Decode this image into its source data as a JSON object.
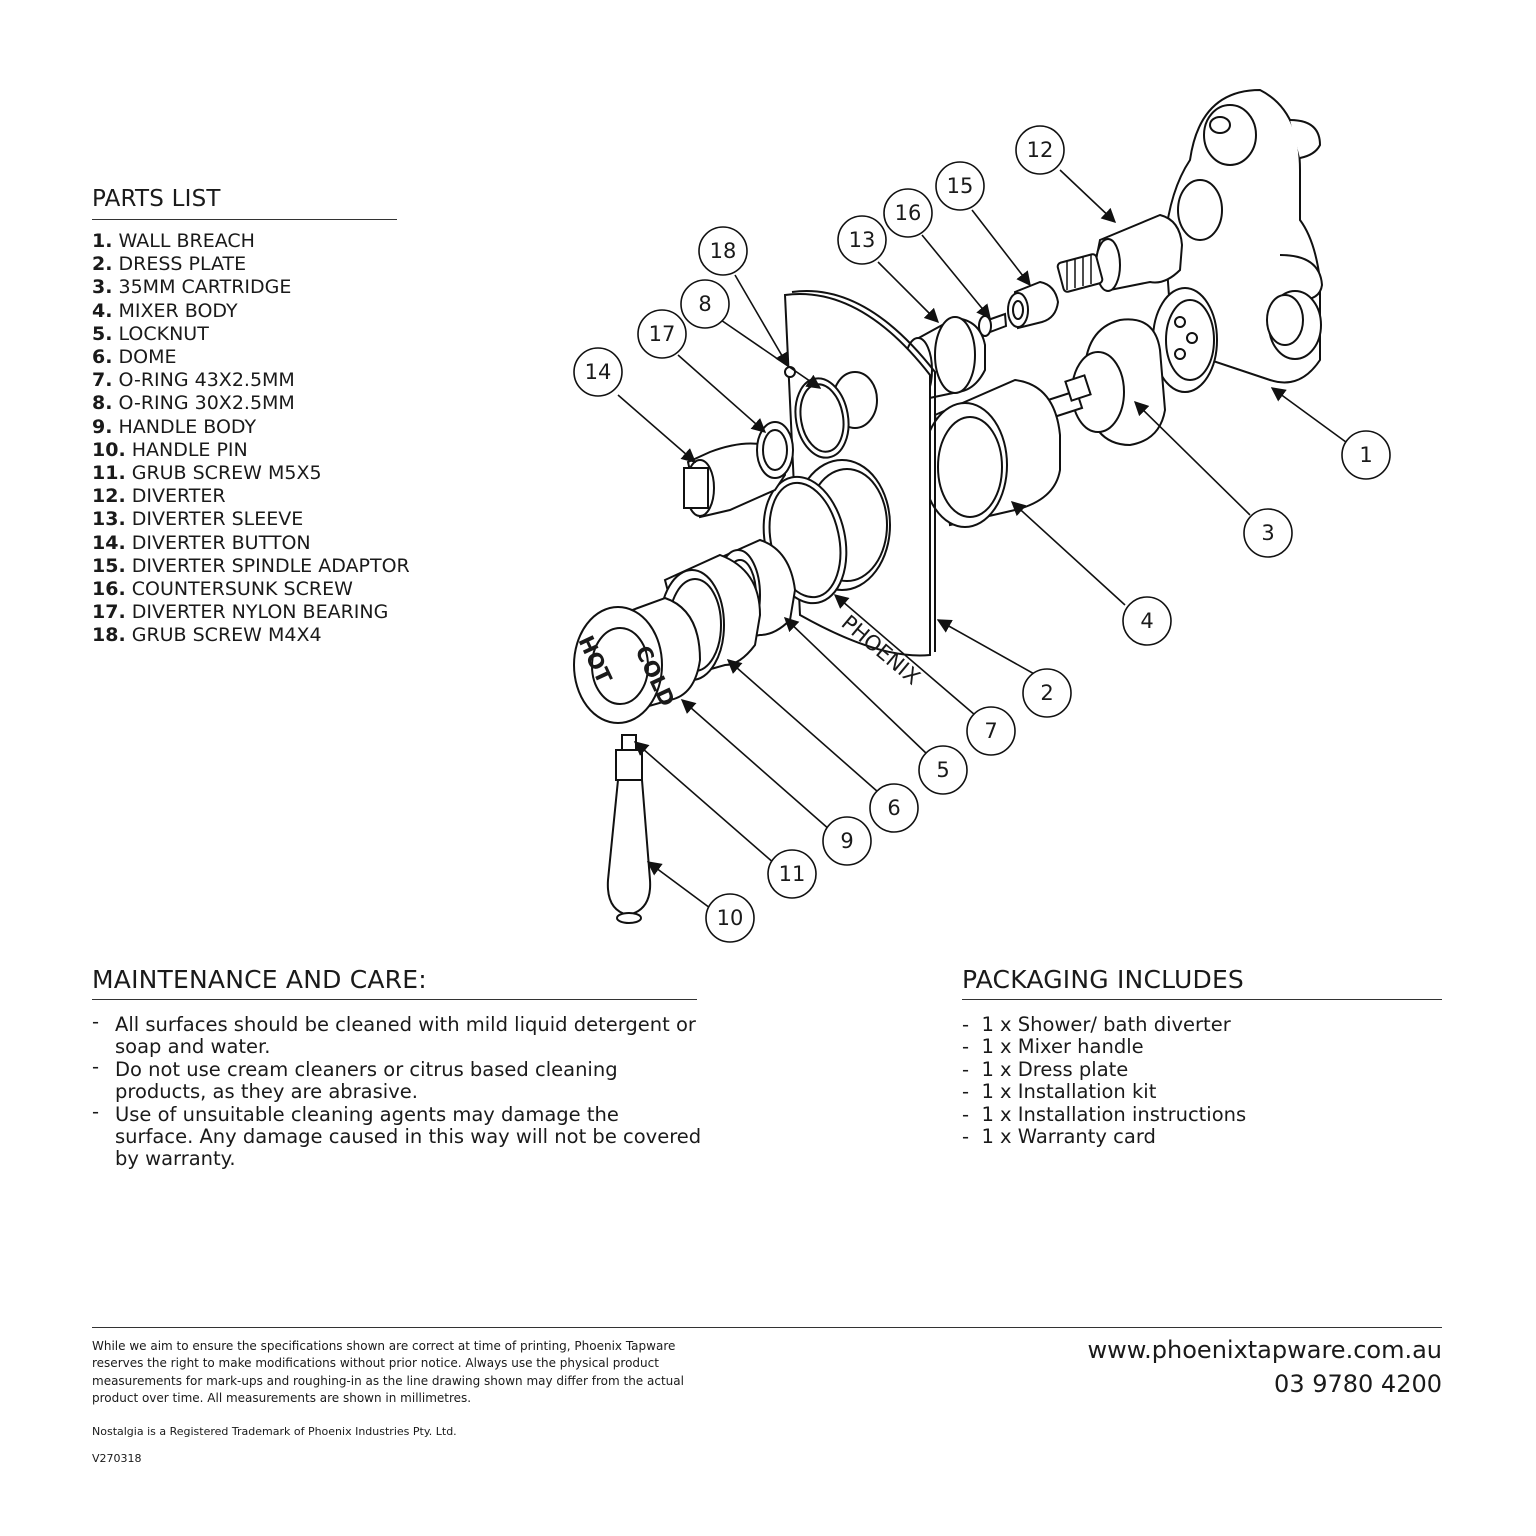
{
  "parts_list": {
    "title": "PARTS LIST",
    "items": [
      {
        "num": "1.",
        "label": "WALL BREACH"
      },
      {
        "num": "2.",
        "label": "DRESS PLATE"
      },
      {
        "num": "3.",
        "label": "35MM CARTRIDGE"
      },
      {
        "num": "4.",
        "label": "MIXER BODY"
      },
      {
        "num": "5.",
        "label": "LOCKNUT"
      },
      {
        "num": "6.",
        "label": "DOME"
      },
      {
        "num": "7.",
        "label": "O-RING 43X2.5MM"
      },
      {
        "num": "8.",
        "label": "O-RING 30X2.5MM"
      },
      {
        "num": "9.",
        "label": "HANDLE BODY"
      },
      {
        "num": "10.",
        "label": "HANDLE PIN"
      },
      {
        "num": "11.",
        "label": "GRUB SCREW M5X5"
      },
      {
        "num": "12.",
        "label": "DIVERTER"
      },
      {
        "num": "13.",
        "label": "DIVERTER SLEEVE"
      },
      {
        "num": "14.",
        "label": "DIVERTER BUTTON"
      },
      {
        "num": "15.",
        "label": "DIVERTER SPINDLE ADAPTOR"
      },
      {
        "num": "16.",
        "label": "COUNTERSUNK SCREW"
      },
      {
        "num": "17.",
        "label": "DIVERTER NYLON BEARING"
      },
      {
        "num": "18.",
        "label": "GRUB SCREW M4X4"
      }
    ]
  },
  "diagram": {
    "callouts": [
      "1",
      "2",
      "3",
      "4",
      "5",
      "6",
      "7",
      "8",
      "9",
      "10",
      "11",
      "12",
      "13",
      "14",
      "15",
      "16",
      "17",
      "18"
    ],
    "engravings": {
      "hot": "HOT",
      "cold": "COLD",
      "brand": "PHOENIX"
    }
  },
  "maintenance": {
    "title": "MAINTENANCE AND CARE:",
    "items": [
      "All surfaces should be cleaned with mild liquid detergent or soap and water.",
      "Do not use cream cleaners or citrus based cleaning products, as they are abrasive.",
      "Use of unsuitable cleaning agents may damage the surface. Any damage caused in this way will not be covered by warranty."
    ]
  },
  "packaging": {
    "title": "PACKAGING INCLUDES",
    "items": [
      "1 x Shower/ bath diverter",
      "1 x Mixer handle",
      "1 x Dress plate",
      "1 x Installation kit",
      "1 x Installation instructions",
      "1 x Warranty card"
    ]
  },
  "footer": {
    "disclaimer": "While we aim to ensure the specifications shown are correct at time of printing, Phoenix Tapware reserves the right to make modifications without prior notice. Always use the physical product measurements for mark-ups and roughing-in as the line drawing shown may differ from the actual product over time. All measurements are shown in millimetres.",
    "trademark": "Nostalgia is a Registered Trademark of Phoenix Industries Pty. Ltd.",
    "version": "V270318",
    "website": "www.phoenixtapware.com.au",
    "phone": "03 9780 4200"
  }
}
